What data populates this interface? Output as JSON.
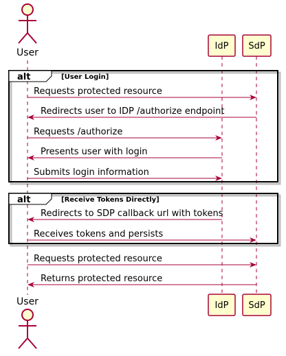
{
  "participants": {
    "user": "User",
    "idp": "IdP",
    "sdp": "SdP"
  },
  "fragments": [
    {
      "operator": "alt",
      "condition": "[User Login]"
    },
    {
      "operator": "alt",
      "condition": "[Receive Tokens Directly]"
    }
  ],
  "messages": [
    {
      "text": "Requests protected resource"
    },
    {
      "text": "Redirects user to IDP /authorize endpoint"
    },
    {
      "text": "Requests /authorize"
    },
    {
      "text": "Presents user with login"
    },
    {
      "text": "Submits login information"
    },
    {
      "text": "Redirects to SDP callback url with tokens"
    },
    {
      "text": "Receives tokens and persists"
    },
    {
      "text": "Requests protected resource"
    },
    {
      "text": "Returns protected resource"
    }
  ],
  "colors": {
    "actor_fill": "#FEFECE",
    "box_fill": "#FEFECE",
    "line": "#A80036",
    "frame": "#000000"
  }
}
